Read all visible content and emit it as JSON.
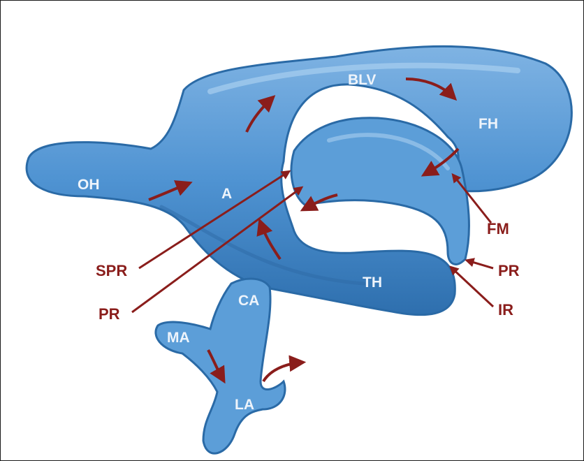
{
  "labels": {
    "oh": "OH",
    "a": "A",
    "blv": "BLV",
    "fh": "FH",
    "th": "TH",
    "ca": "CA",
    "ma": "MA",
    "la": "LA",
    "fm": "FM",
    "pr_right": "PR",
    "ir": "IR",
    "spr": "SPR",
    "pr_left": "PR"
  },
  "colors": {
    "ventricle_fill": "#5b9bd5",
    "ventricle_dark": "#2f74b5",
    "ventricle_light": "#9cc6ec",
    "arrow": "#8a1d1b",
    "label_inside": "#eef4fb",
    "border": "#1a1a1a"
  }
}
